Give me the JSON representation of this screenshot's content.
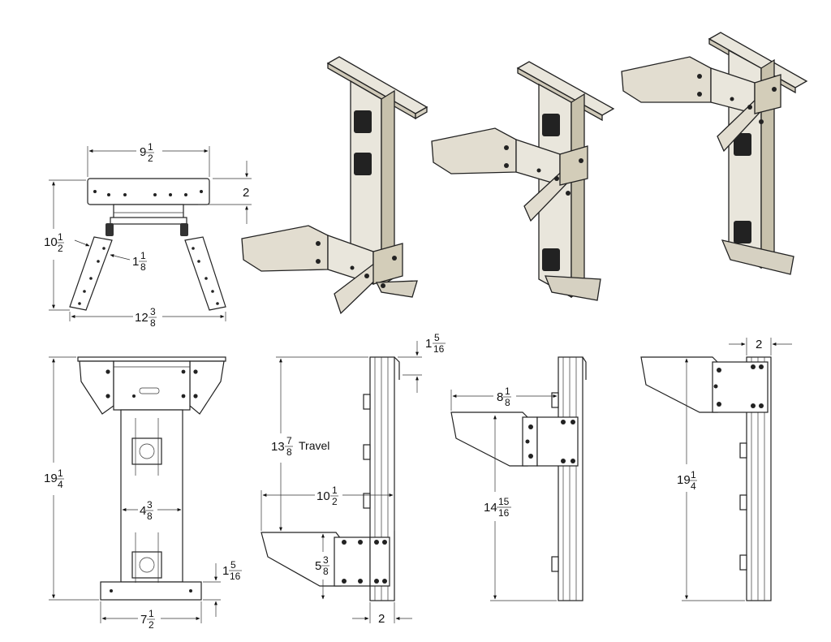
{
  "colors": {
    "line": "#222222",
    "metal_light": "#e9e6dc",
    "metal_mid": "#d6d1c2",
    "metal_dark": "#a9a28c",
    "knob": "#222222"
  },
  "dimensions": {
    "top_width": {
      "whole": "9",
      "num": "1",
      "den": "2"
    },
    "top_depth": {
      "whole": "2"
    },
    "overall_height_top": {
      "whole": "10",
      "num": "1",
      "den": "2"
    },
    "leg_width": {
      "whole": "1",
      "num": "1",
      "den": "8"
    },
    "span_bottom": {
      "whole": "12",
      "num": "3",
      "den": "8"
    },
    "front_height": {
      "whole": "19",
      "num": "1",
      "den": "4"
    },
    "inner_width": {
      "whole": "4",
      "num": "3",
      "den": "8"
    },
    "foot_height": {
      "whole": "1",
      "num": "5",
      "den": "16"
    },
    "base_width": {
      "whole": "7",
      "num": "1",
      "den": "2"
    },
    "side_top_offset": {
      "whole": "1",
      "num": "5",
      "den": "16"
    },
    "travel": {
      "whole": "13",
      "num": "7",
      "den": "8",
      "suffix": "Travel"
    },
    "arm_reach": {
      "whole": "10",
      "num": "1",
      "den": "2"
    },
    "arm_height": {
      "whole": "5",
      "num": "3",
      "den": "8"
    },
    "side_depth": {
      "whole": "2"
    },
    "mid_reach": {
      "whole": "8",
      "num": "1",
      "den": "8"
    },
    "mid_height": {
      "whole": "14",
      "num": "15",
      "den": "16"
    },
    "right_depth": {
      "whole": "2"
    },
    "right_height": {
      "whole": "19",
      "num": "1",
      "den": "4"
    }
  }
}
